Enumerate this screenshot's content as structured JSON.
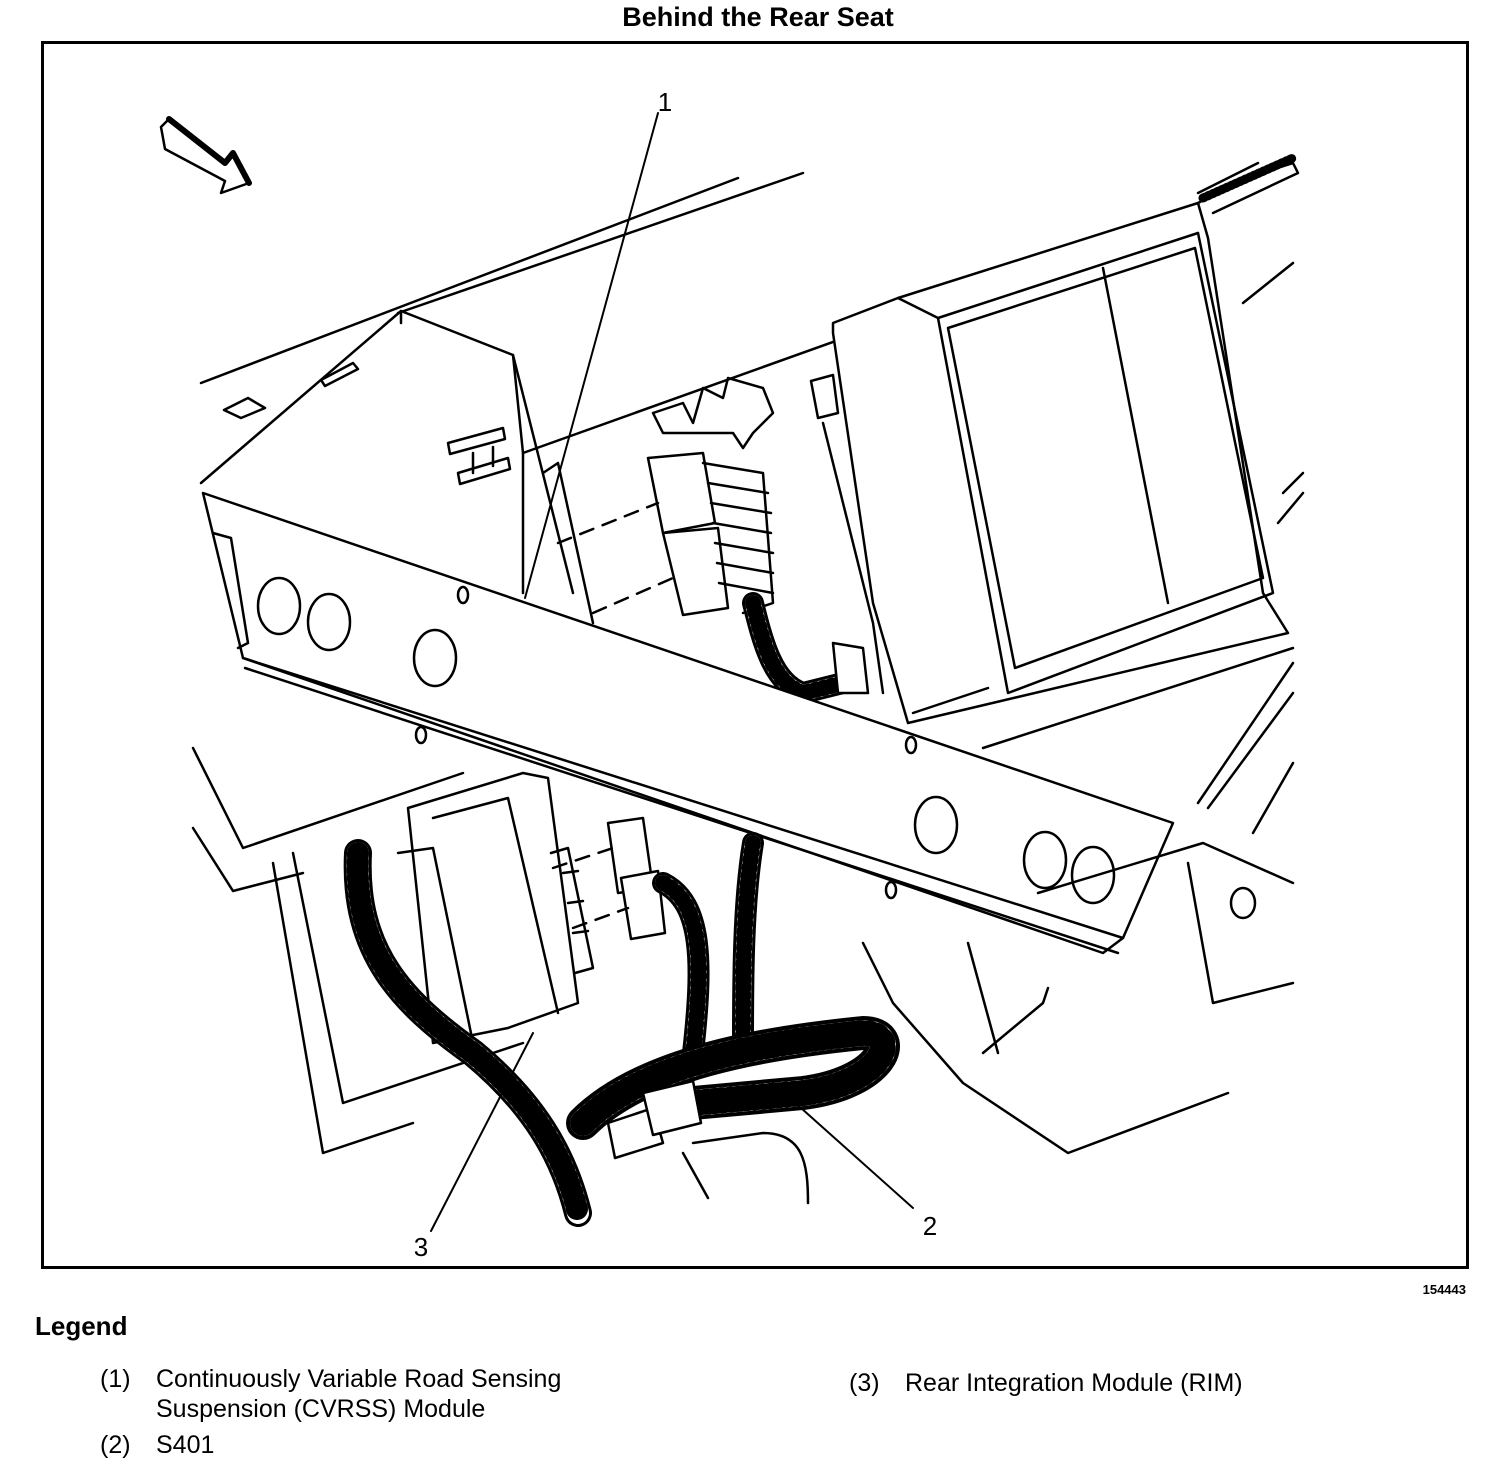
{
  "title": "Behind the Rear Seat",
  "figure_id": "154443",
  "callouts": [
    {
      "num": "1"
    },
    {
      "num": "2"
    },
    {
      "num": "3"
    }
  ],
  "legend": {
    "heading": "Legend",
    "items": [
      {
        "num": "(1)",
        "line1": "Continuously Variable Road Sensing",
        "line2": "Suspension (CVRSS) Module"
      },
      {
        "num": "(2)",
        "line1": "S401"
      },
      {
        "num": "(3)",
        "line1": "Rear Integration Module (RIM)"
      }
    ]
  }
}
